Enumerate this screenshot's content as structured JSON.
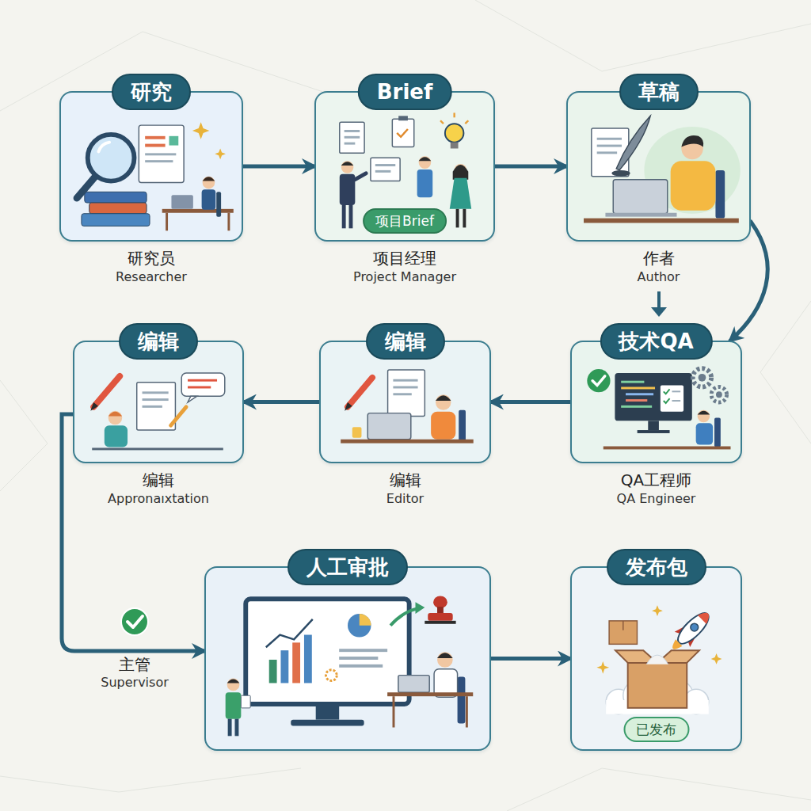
{
  "diagram": {
    "nodes": [
      {
        "text": [
          "研究",
          "研究员",
          "Researcher"
        ]
      },
      {
        "text": [
          "Brief",
          "项目Brief",
          "项目经理",
          "Project Manager"
        ]
      },
      {
        "text": [
          "草稿",
          "作者",
          "Author"
        ]
      },
      {
        "text": [
          "技术QA",
          "QA工程师",
          "QA Engineer"
        ]
      },
      {
        "text": [
          "编辑",
          "编辑",
          "Editor"
        ]
      },
      {
        "text": [
          "编辑",
          "编辑",
          "Appronaıxtation"
        ]
      },
      {
        "text": [
          "人工审批"
        ]
      },
      {
        "text": [
          "发布包",
          "已发布"
        ]
      }
    ],
    "edges": [
      {
        "from": 0,
        "to": 1,
        "arrow": "to"
      },
      {
        "from": 1,
        "to": 2,
        "arrow": "to"
      },
      {
        "from": 2,
        "to": 3,
        "arrow": "to"
      },
      {
        "from": 3,
        "to": 4,
        "arrow": "to"
      },
      {
        "from": 4,
        "to": 5,
        "arrow": "to"
      },
      {
        "from": 5,
        "to": 6,
        "arrow": "to"
      },
      {
        "from": 6,
        "to": 7,
        "arrow": "to"
      }
    ],
    "labels": [
      "主管",
      "Supervisor"
    ]
  }
}
